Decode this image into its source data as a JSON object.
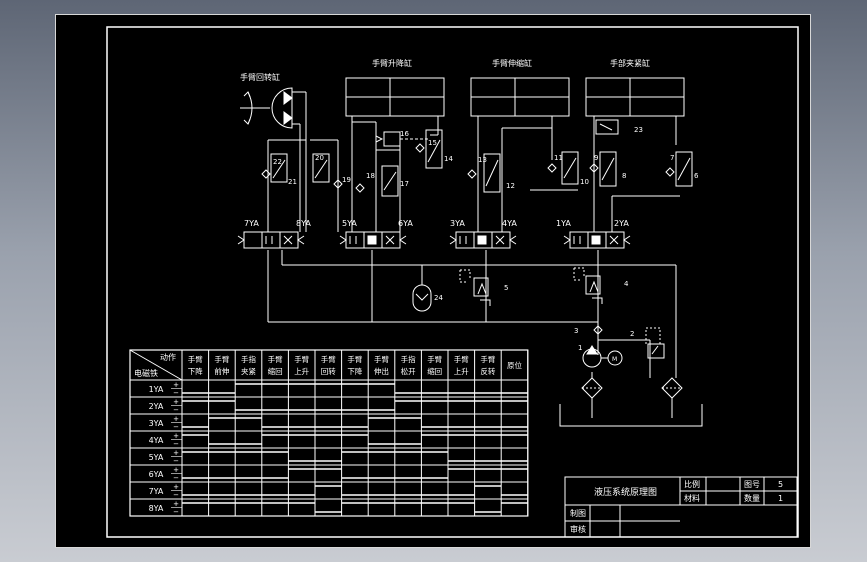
{
  "drawing": {
    "component_labels": {
      "rotate_cylinder": "手臂回转缸",
      "lift_cylinder": "手臂升降缸",
      "extend_cylinder": "手臂伸缩缸",
      "clamp_cylinder": "手部夹紧缸"
    },
    "numbers": {
      "n1": "1",
      "n2": "2",
      "n3": "3",
      "n4": "4",
      "n5": "5",
      "n6": "6",
      "n7": "7",
      "n8": "8",
      "n9": "9",
      "n10": "10",
      "n11": "11",
      "n12": "12",
      "n13": "13",
      "n14": "14",
      "n15": "15",
      "n16": "16",
      "n17": "17",
      "n18": "18",
      "n19": "19",
      "n20": "20",
      "n21": "21",
      "n22": "22",
      "n23": "23",
      "n24": "24"
    },
    "solenoids": {
      "ya1": "1YA",
      "ya2": "2YA",
      "ya3": "3YA",
      "ya4": "4YA",
      "ya5": "5YA",
      "ya6": "6YA",
      "ya7": "7YA",
      "ya8": "8YA"
    },
    "motor": "M"
  },
  "table": {
    "corner_top": "动作",
    "corner_bottom": "电磁铁",
    "headers": [
      [
        "手臂",
        "下降"
      ],
      [
        "手臂",
        "前伸"
      ],
      [
        "手指",
        "夹紧"
      ],
      [
        "手臂",
        "缩回"
      ],
      [
        "手臂",
        "上升"
      ],
      [
        "手臂",
        "回转"
      ],
      [
        "手臂",
        "下降"
      ],
      [
        "手臂",
        "伸出"
      ],
      [
        "手指",
        "松开"
      ],
      [
        "手臂",
        "缩回"
      ],
      [
        "手臂",
        "上升"
      ],
      [
        "手臂",
        "反转"
      ],
      [
        "原位",
        ""
      ]
    ],
    "rows": [
      "1YA",
      "2YA",
      "3YA",
      "4YA",
      "5YA",
      "6YA",
      "7YA",
      "8YA"
    ],
    "plus": "+",
    "minus": "−",
    "energized": [
      [
        false,
        false,
        true,
        true,
        true,
        true,
        true,
        true,
        false,
        false,
        false,
        false,
        false
      ],
      [
        true,
        true,
        false,
        false,
        false,
        false,
        false,
        false,
        true,
        true,
        true,
        true,
        true
      ],
      [
        false,
        true,
        true,
        false,
        false,
        false,
        false,
        true,
        true,
        false,
        false,
        false,
        false
      ],
      [
        true,
        false,
        false,
        true,
        true,
        true,
        true,
        false,
        false,
        true,
        true,
        true,
        true
      ],
      [
        true,
        true,
        true,
        true,
        false,
        false,
        true,
        true,
        true,
        true,
        false,
        false,
        false
      ],
      [
        false,
        false,
        false,
        false,
        true,
        true,
        false,
        false,
        false,
        false,
        true,
        true,
        true
      ],
      [
        false,
        false,
        false,
        false,
        false,
        true,
        false,
        false,
        false,
        false,
        false,
        true,
        false
      ],
      [
        true,
        true,
        true,
        true,
        true,
        false,
        true,
        true,
        true,
        true,
        true,
        false,
        true
      ]
    ]
  },
  "title_block": {
    "title": "液压系统原理图",
    "ratio_label": "比例",
    "material_label": "材料",
    "drawing_no_label": "图号",
    "drawing_no_value": "5",
    "quantity_label": "数量",
    "quantity_value": "1",
    "drawn_label": "制图",
    "checked_label": "审核"
  },
  "colors": {
    "background": "#000000",
    "lines": "#ffffff",
    "accent": "#ff2a2a"
  }
}
